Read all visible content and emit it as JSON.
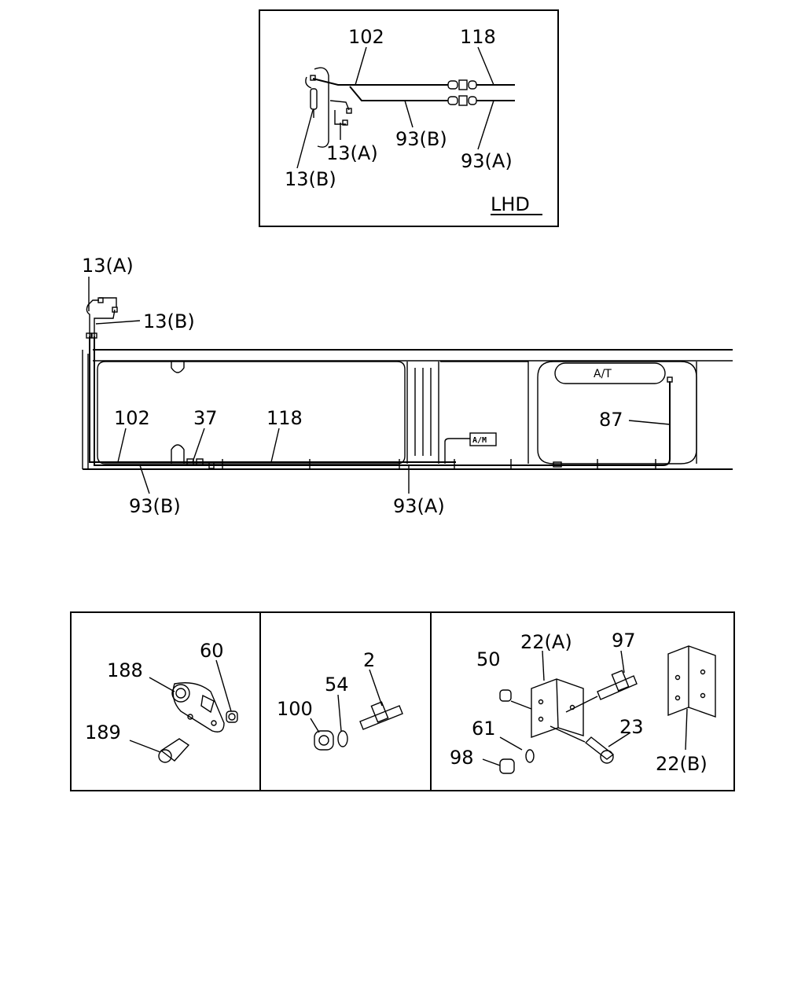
{
  "inset": {
    "labels": {
      "l102": "102",
      "l118": "118",
      "l93b": "93(B)",
      "l93a": "93(A)",
      "l13a": "13(A)",
      "l13b": "13(B)"
    },
    "region": "LHD"
  },
  "main": {
    "labels": {
      "l13a": "13(A)",
      "l13b": "13(B)",
      "l102": "102",
      "l37": "37",
      "l118": "118",
      "l87": "87",
      "l93b": "93(B)",
      "l93a": "93(A)"
    },
    "box_at": "A/T",
    "box_am": "A/M"
  },
  "parts": {
    "left": {
      "l188": "188",
      "l60": "60",
      "l189": "189"
    },
    "middle": {
      "l2": "2",
      "l54": "54",
      "l100": "100"
    },
    "right": {
      "l22a": "22(A)",
      "l97": "97",
      "l50": "50",
      "l61": "61",
      "l23": "23",
      "l98": "98",
      "l22b": "22(B)"
    }
  }
}
